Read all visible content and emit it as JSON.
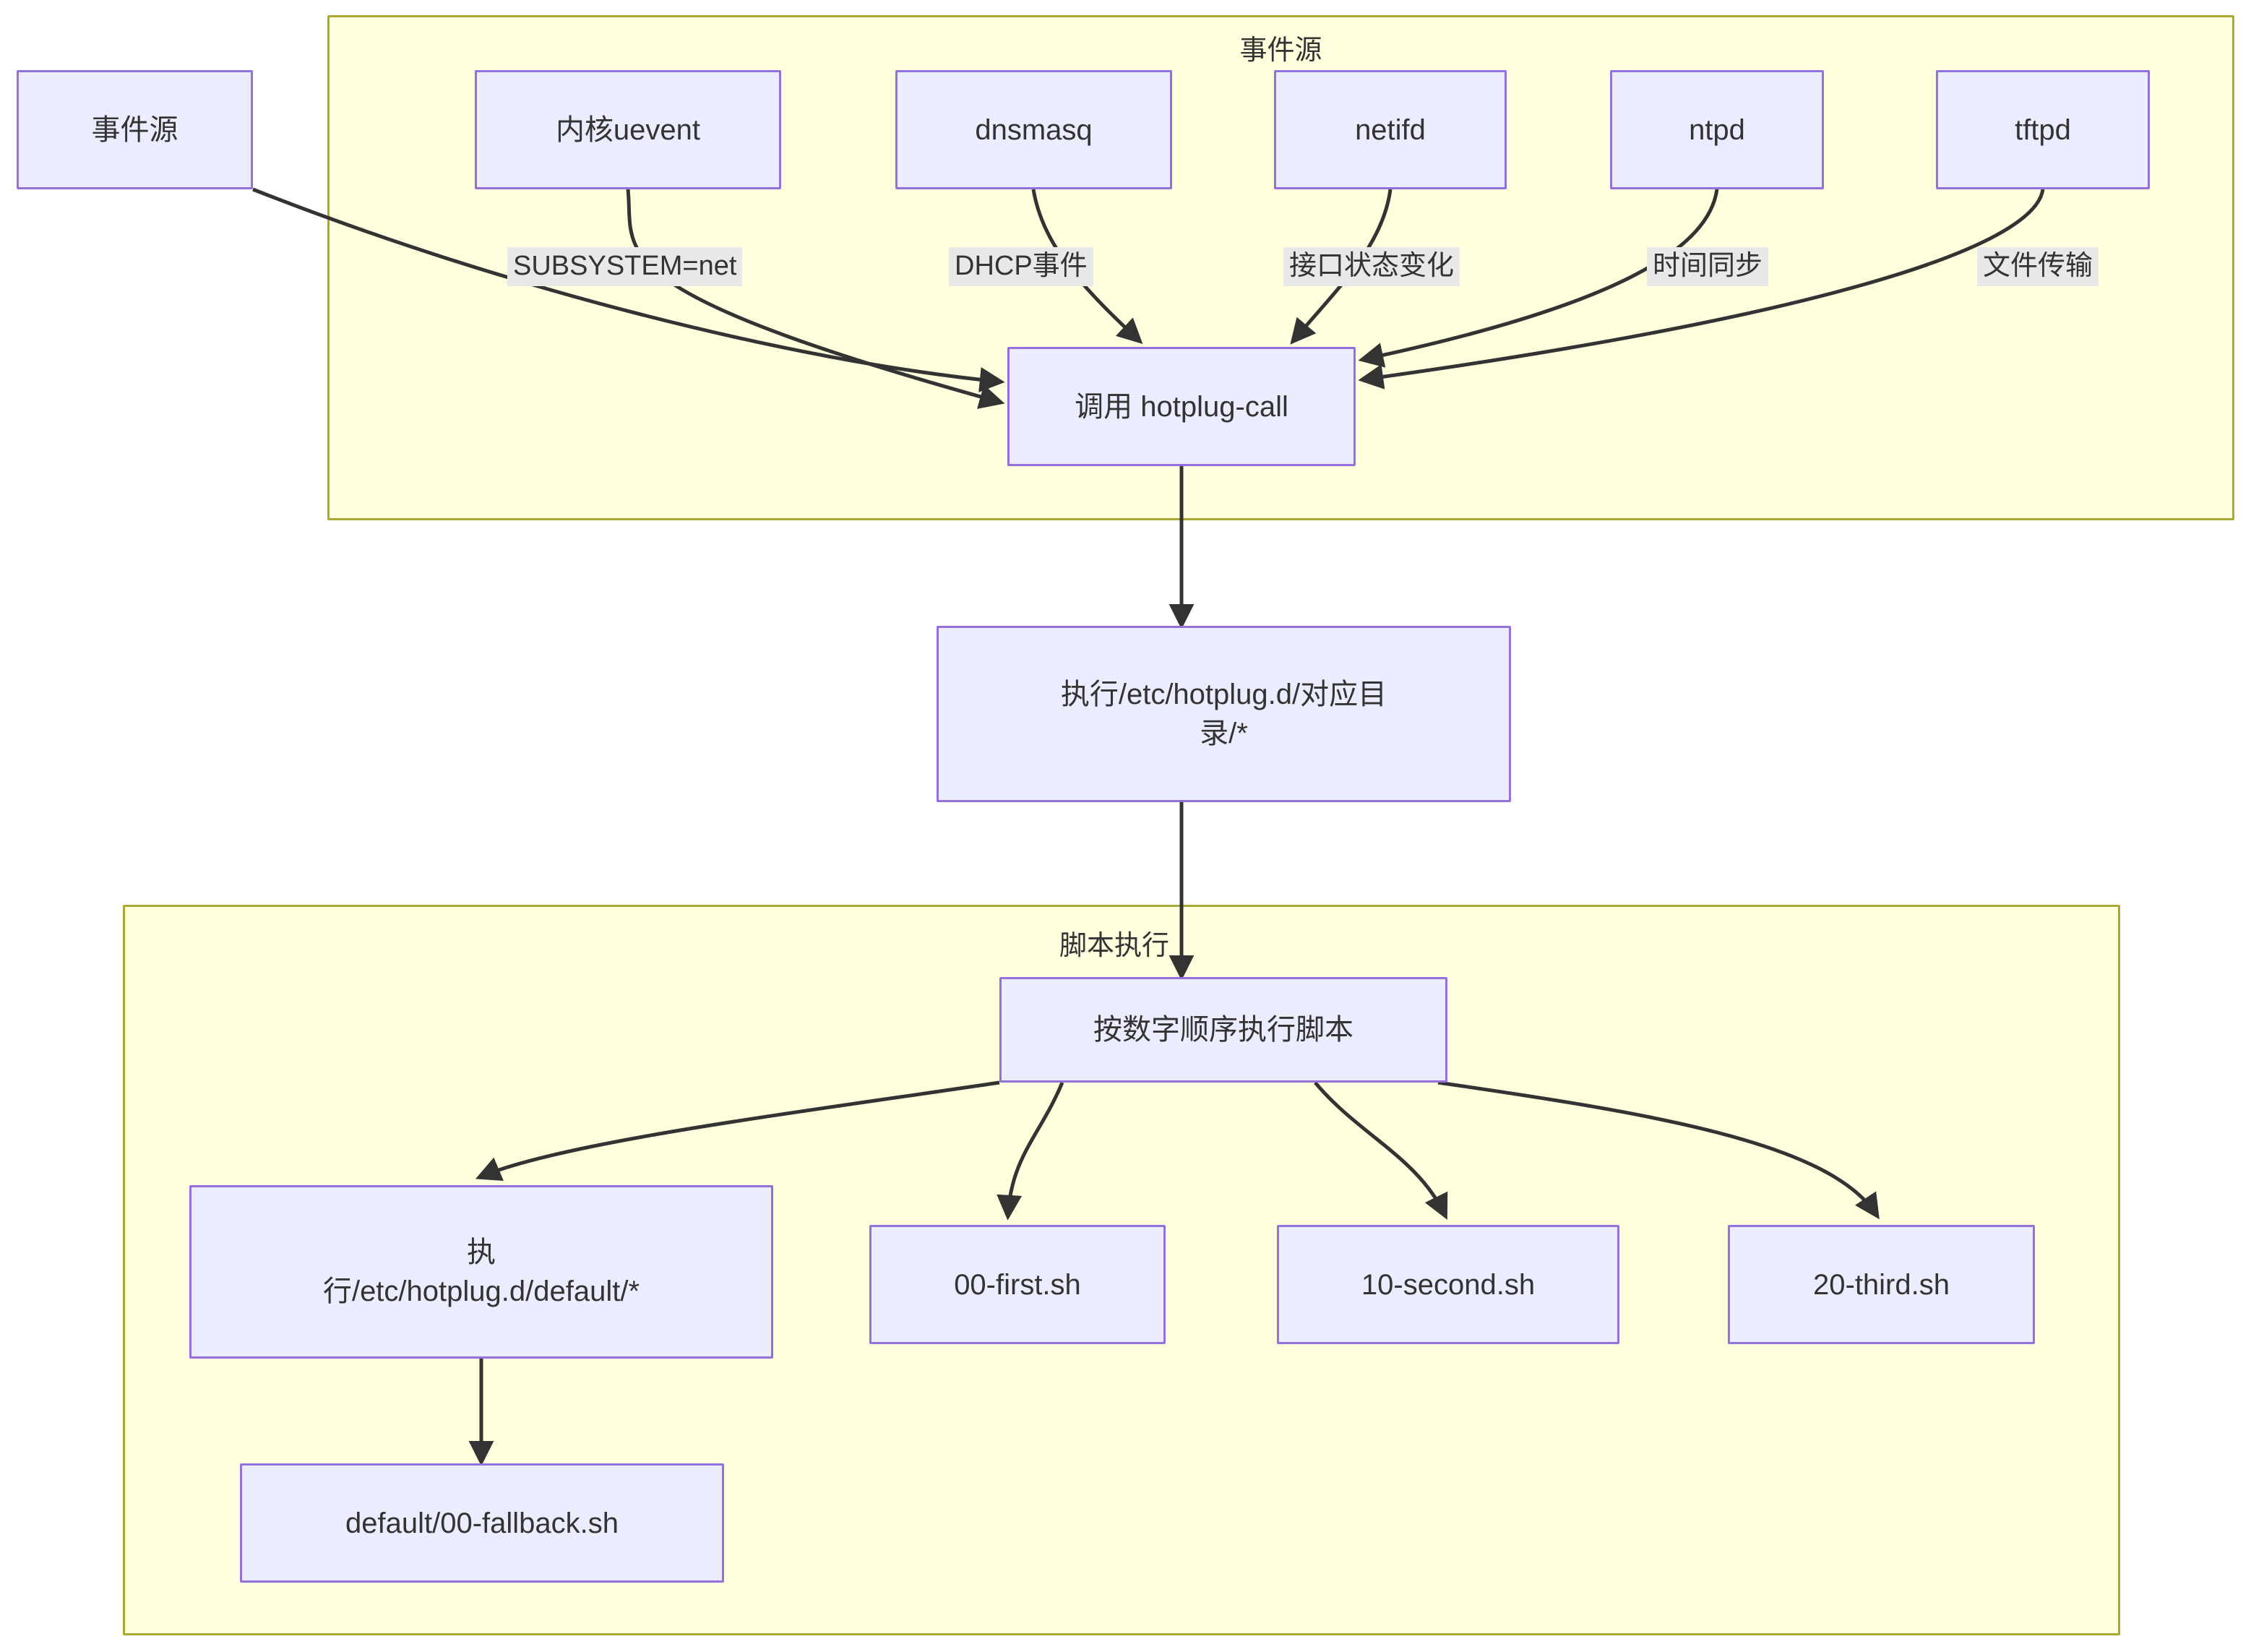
{
  "diagram": {
    "type": "flowchart",
    "direction": "top-down",
    "clusters": [
      {
        "id": "event-sources",
        "title": "事件源"
      },
      {
        "id": "script-execution",
        "title": "脚本执行"
      }
    ],
    "nodes": [
      {
        "id": "event-source-root",
        "label": "事件源"
      },
      {
        "id": "kernel-uevent",
        "label": "内核uevent"
      },
      {
        "id": "dnsmasq",
        "label": "dnsmasq"
      },
      {
        "id": "netifd",
        "label": "netifd"
      },
      {
        "id": "ntpd",
        "label": "ntpd"
      },
      {
        "id": "tftpd",
        "label": "tftpd"
      },
      {
        "id": "hotplug-call",
        "label": "调用 hotplug-call"
      },
      {
        "id": "exec-hotplugd-dir",
        "label": "执行/etc/hotplug.d/对应目\n录/*"
      },
      {
        "id": "run-scripts-ordered",
        "label": "按数字顺序执行脚本"
      },
      {
        "id": "exec-default-dir",
        "label": "执\n行/etc/hotplug.d/default/*"
      },
      {
        "id": "script-00-first",
        "label": "00-first.sh"
      },
      {
        "id": "script-10-second",
        "label": "10-second.sh"
      },
      {
        "id": "script-20-third",
        "label": "20-third.sh"
      },
      {
        "id": "script-default-fallback",
        "label": "default/00-fallback.sh"
      }
    ],
    "edges": [
      {
        "from": "event-source-root",
        "to": "hotplug-call",
        "label": ""
      },
      {
        "from": "kernel-uevent",
        "to": "hotplug-call",
        "label": "SUBSYSTEM=net"
      },
      {
        "from": "dnsmasq",
        "to": "hotplug-call",
        "label": "DHCP事件"
      },
      {
        "from": "netifd",
        "to": "hotplug-call",
        "label": "接口状态变化"
      },
      {
        "from": "ntpd",
        "to": "hotplug-call",
        "label": "时间同步"
      },
      {
        "from": "tftpd",
        "to": "hotplug-call",
        "label": "文件传输"
      },
      {
        "from": "hotplug-call",
        "to": "exec-hotplugd-dir",
        "label": ""
      },
      {
        "from": "exec-hotplugd-dir",
        "to": "run-scripts-ordered",
        "label": ""
      },
      {
        "from": "run-scripts-ordered",
        "to": "exec-default-dir",
        "label": ""
      },
      {
        "from": "run-scripts-ordered",
        "to": "script-00-first",
        "label": ""
      },
      {
        "from": "run-scripts-ordered",
        "to": "script-10-second",
        "label": ""
      },
      {
        "from": "run-scripts-ordered",
        "to": "script-20-third",
        "label": ""
      },
      {
        "from": "exec-default-dir",
        "to": "script-default-fallback",
        "label": ""
      }
    ],
    "edge_labels": {
      "subsystem_net": "SUBSYSTEM=net",
      "dhcp_event": "DHCP事件",
      "iface_state_change": "接口状态变化",
      "time_sync": "时间同步",
      "file_transfer": "文件传输"
    },
    "colors": {
      "cluster_fill": "#ffffde",
      "cluster_stroke": "#aaaa33",
      "node_fill": "#ececff",
      "node_stroke": "#9370db",
      "edge_stroke": "#333333",
      "edge_label_bg": "#e8e8e8",
      "text": "#333333",
      "page_bg": "#ffffff"
    }
  }
}
